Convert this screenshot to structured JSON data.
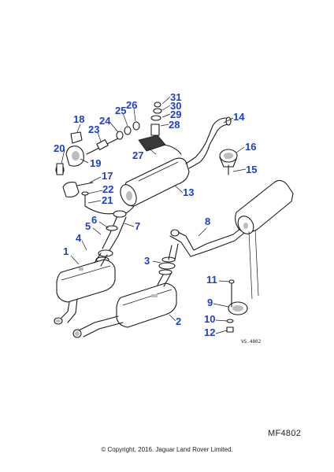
{
  "diagram": {
    "callouts": [
      "1",
      "2",
      "3",
      "4",
      "5",
      "6",
      "7",
      "8",
      "9",
      "10",
      "11",
      "12",
      "13",
      "14",
      "15",
      "16",
      "17",
      "18",
      "19",
      "20",
      "21",
      "22",
      "23",
      "24",
      "25",
      "26",
      "27",
      "28",
      "29",
      "30",
      "31"
    ],
    "reference": "VS.4802"
  },
  "footer": {
    "code": "MF4802",
    "copyright": "© Copyright, 2016. Jaguar Land Rover Limited."
  }
}
